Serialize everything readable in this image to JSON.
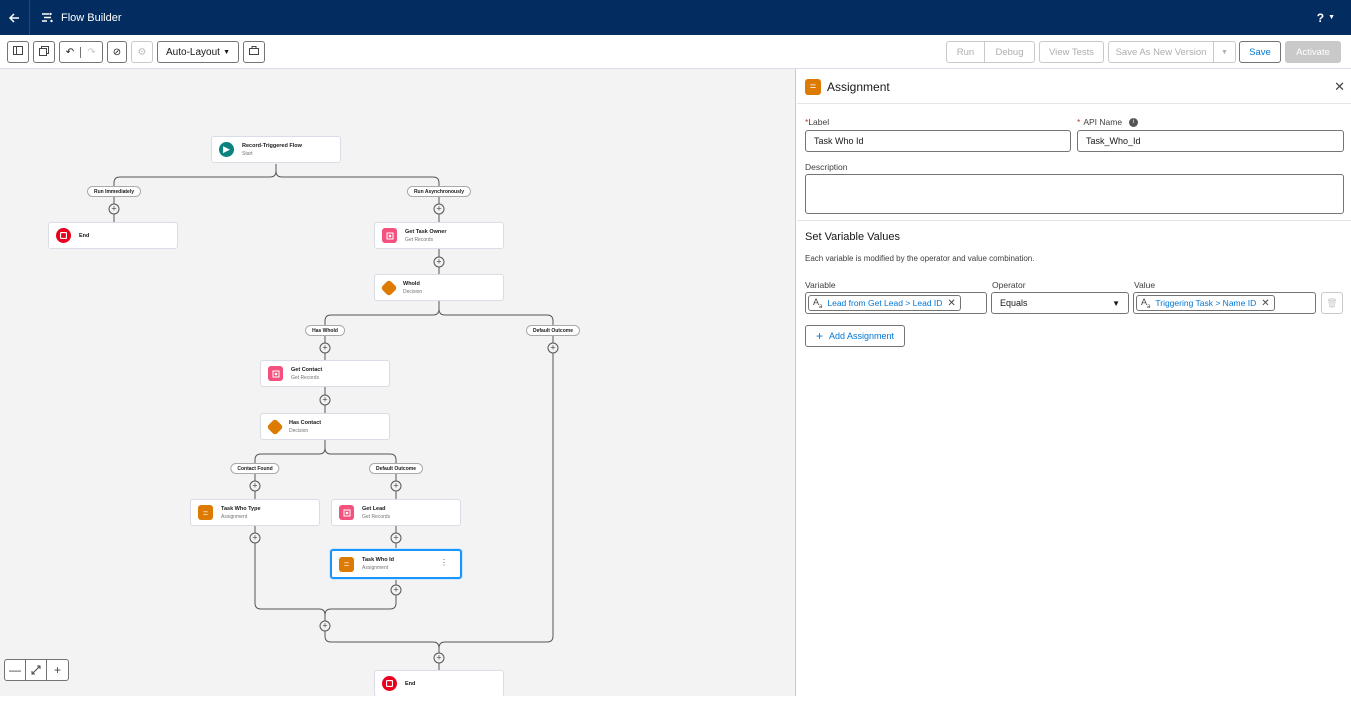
{
  "header": {
    "app_title": "Flow Builder",
    "help_label": "?"
  },
  "toolbar": {
    "layout_select": "Auto-Layout",
    "run": "Run",
    "debug": "Debug",
    "view_tests": "View Tests",
    "save_as_new_version": "Save As New Version",
    "save": "Save",
    "activate": "Activate"
  },
  "canvas": {
    "nodes": {
      "start": {
        "title": "Record-Triggered Flow",
        "subtitle": "Start"
      },
      "end1": {
        "title": "End"
      },
      "get_task_owner": {
        "title": "Get Task Owner",
        "subtitle": "Get Records"
      },
      "whoid": {
        "title": "WhoId",
        "subtitle": "Decision"
      },
      "get_contact": {
        "title": "Get Contact",
        "subtitle": "Get Records"
      },
      "has_contact": {
        "title": "Has Contact",
        "subtitle": "Decision"
      },
      "task_who_type": {
        "title": "Task Who Type",
        "subtitle": "Assignment"
      },
      "get_lead": {
        "title": "Get Lead",
        "subtitle": "Get Records"
      },
      "task_who_id": {
        "title": "Task Who Id",
        "subtitle": "Assignment"
      },
      "end2": {
        "title": "End"
      }
    },
    "paths": {
      "run_immediately": "Run Immediately",
      "run_async": "Run Asynchronously",
      "has_whoid": "Has WhoId",
      "default_outcome_1": "Default Outcome",
      "contact_found": "Contact Found",
      "default_outcome_2": "Default Outcome"
    }
  },
  "panel": {
    "title": "Assignment",
    "label_label": "Label",
    "label_value": "Task Who Id",
    "api_label": "API Name",
    "api_value": "Task_Who_Id",
    "description_label": "Description",
    "section_title": "Set Variable Values",
    "section_hint": "Each variable is modified by the operator and value combination.",
    "col_variable": "Variable",
    "col_operator": "Operator",
    "col_value": "Value",
    "row": {
      "variable": "Lead from Get Lead > Lead ID",
      "operator": "Equals",
      "value": "Triggering Task > Name ID"
    },
    "add_assignment": "Add Assignment"
  },
  "colors": {
    "header_bg": "#032d60",
    "assignment": "#dd7a01",
    "decision": "#dd7a01",
    "get_records": "#f4517e",
    "start": "#0b827c",
    "end": "#ea001e"
  }
}
